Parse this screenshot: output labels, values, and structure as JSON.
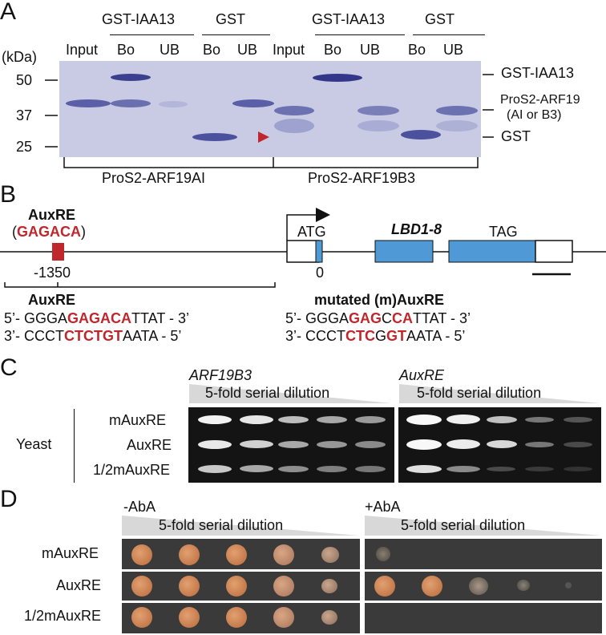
{
  "panels": {
    "a": "A",
    "b": "B",
    "c": "C",
    "d": "D"
  },
  "panel_a": {
    "groups": [
      "GST-IAA13",
      "GST",
      "GST-IAA13",
      "GST"
    ],
    "lanes": [
      "Input",
      "Bo",
      "UB",
      "Bo",
      "UB",
      "Input",
      "Bo",
      "UB",
      "Bo",
      "UB"
    ],
    "kda_label": "(kDa)",
    "markers": [
      "50",
      "37",
      "25"
    ],
    "right_labels": {
      "gst_iaa13": "GST-IAA13",
      "arf19": "ProS2-ARF19",
      "arf19_sub": "(AI or B3)",
      "gst": "GST"
    },
    "bottom_labels": [
      "ProS2-ARF19AI",
      "ProS2-ARF19B3"
    ],
    "arrow_color": "#c0272d"
  },
  "panel_b": {
    "auxre_title": "AuxRE",
    "auxre_paren_open": "(",
    "auxre_motif": "GAGACA",
    "auxre_paren_close": ")",
    "position_label": "-1350",
    "atg": "ATG",
    "gene": "LBD1-8",
    "tag": "TAG",
    "zero": "0",
    "wt_title": "AuxRE",
    "wt_seq1": {
      "pre": "5’- GGGA",
      "motif": "GAGACA",
      "post": "TTAT - 3’"
    },
    "wt_seq2": {
      "pre": "3’- CCCT",
      "motif": "CTCTGT",
      "post": "AATA - 5’"
    },
    "mut_title": "mutated (m)AuxRE",
    "mut_seq1": {
      "pre": "5’- GGGA",
      "m1": "GAG",
      "mid": "C",
      "m2": "CA",
      "post": "TTAT - 3’"
    },
    "mut_seq2": {
      "pre": "3’- CCCT",
      "m1": "CTC",
      "mid": "G",
      "m2": "GT",
      "post": "AATA - 5’"
    },
    "exon_color": "#4f9ad6"
  },
  "panel_c": {
    "left_title": "ARF19B3",
    "right_title": "AuxRE",
    "dilution": "5-fold serial dilution",
    "side_label": "Yeast",
    "rows": [
      "mAuxRE",
      "AuxRE",
      "1/2mAuxRE"
    ]
  },
  "panel_d": {
    "left_title": "-AbA",
    "right_title": "+AbA",
    "dilution": "5-fold serial dilution",
    "rows": [
      "mAuxRE",
      "AuxRE",
      "1/2mAuxRE"
    ]
  }
}
